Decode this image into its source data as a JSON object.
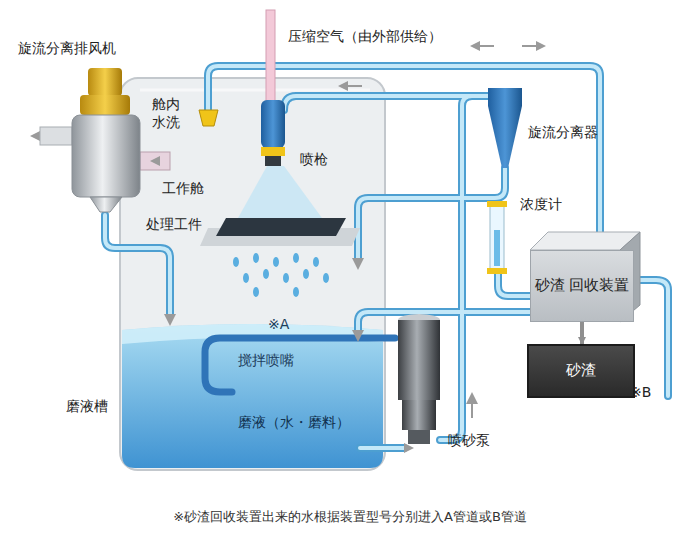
{
  "diagram": {
    "caption": "※砂渣回收装置出来的水根据装置型号分别进入A管道或B管道",
    "nodes": [
      {
        "text": [
          "砂渣 回收装置"
        ]
      },
      {
        "text": [
          "砂渣"
        ]
      }
    ],
    "edges": [
      {
        "from": 0,
        "to": 1,
        "arrow": "to"
      }
    ],
    "labels": [
      "旋流分离排风机",
      "压缩空气（由外部供给）",
      "舱内 水洗",
      "喷枪",
      "旋流分离器",
      "工作舱",
      "处理工件",
      "浓度计",
      "※A",
      "搅拌喷嘴",
      "磨液槽",
      "磨液（水・磨料）",
      "喷砂泵",
      "※B"
    ]
  }
}
